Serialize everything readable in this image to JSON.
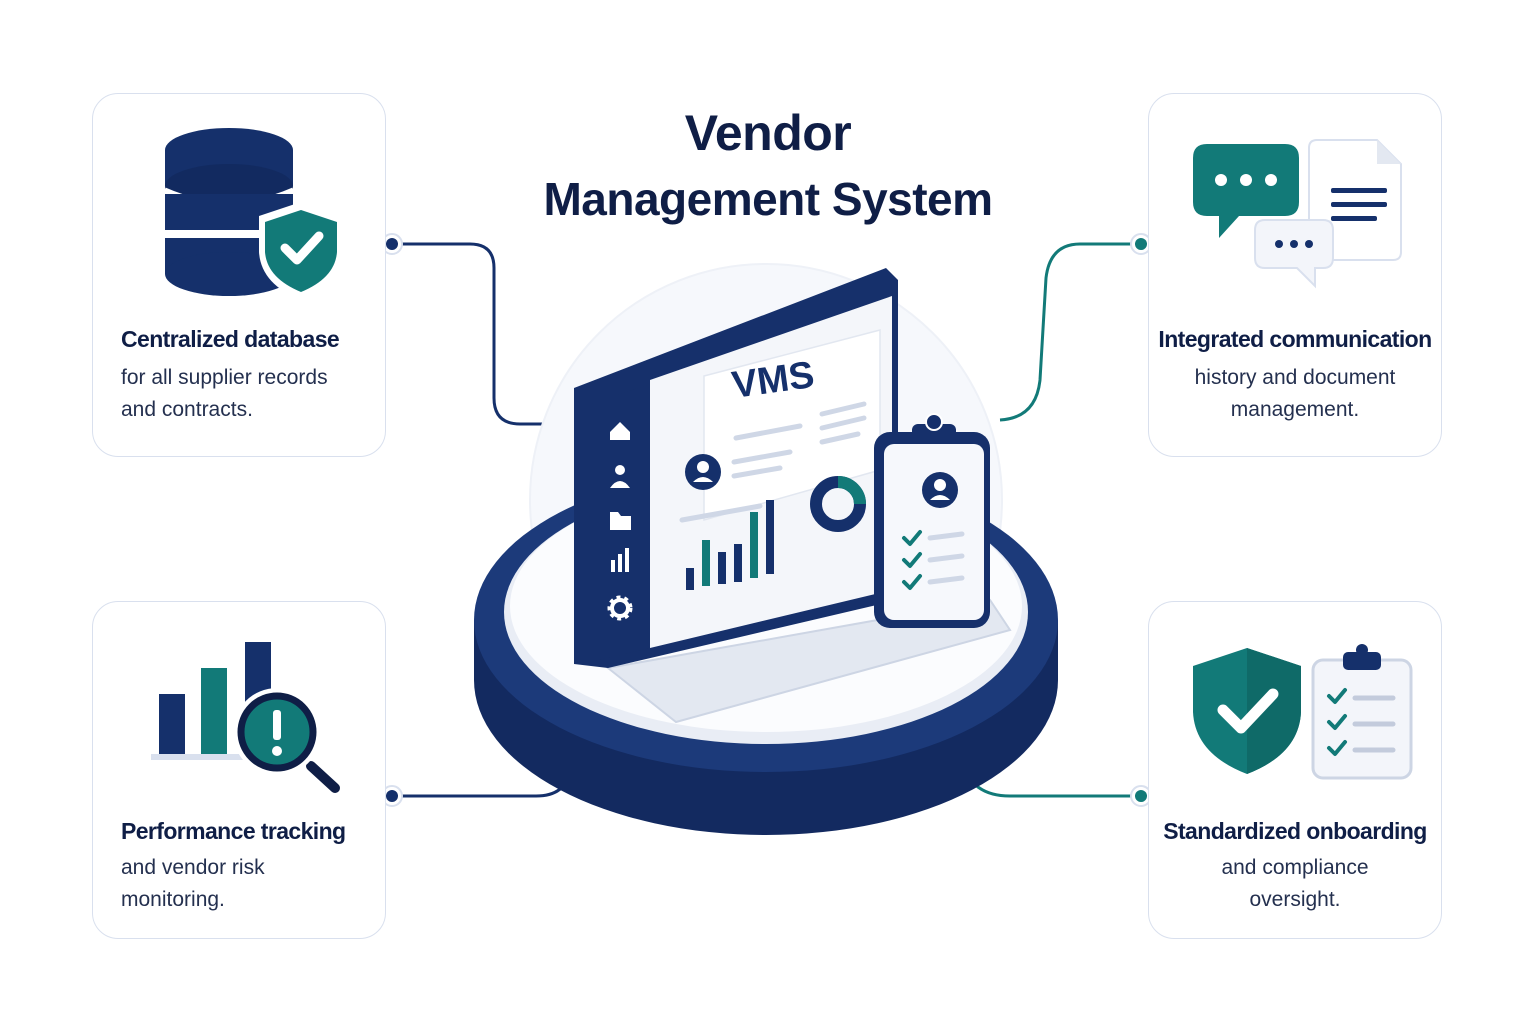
{
  "title": {
    "line1": "Vendor",
    "line2": "Management System"
  },
  "screen": {
    "label": "VMS"
  },
  "features": [
    {
      "heading": "Centralized database",
      "lines": [
        "for all supplier records",
        "and contracts."
      ]
    },
    {
      "heading": "Integrated communication",
      "lines": [
        "history and document",
        "management."
      ]
    },
    {
      "heading": "Performance tracking",
      "lines": [
        "and vendor risk",
        "monitoring."
      ]
    },
    {
      "heading": "Standardized onboarding",
      "lines": [
        "and compliance",
        "oversight."
      ]
    }
  ],
  "icons": {
    "top_left": [
      "database-icon",
      "shield-check-icon"
    ],
    "top_right": [
      "chat-bubble-icon",
      "document-icon"
    ],
    "bottom_left": [
      "bar-chart-icon",
      "magnifier-alert-icon"
    ],
    "bottom_right": [
      "shield-check-icon",
      "clipboard-checklist-icon"
    ],
    "sidebar": [
      "home-icon",
      "user-icon",
      "folder-icon",
      "chart-icon",
      "gear-icon"
    ]
  },
  "colors": {
    "navy": "#15306b",
    "teal": "#127a78",
    "ink": "#0f1e46",
    "border": "#d9e0ee"
  }
}
